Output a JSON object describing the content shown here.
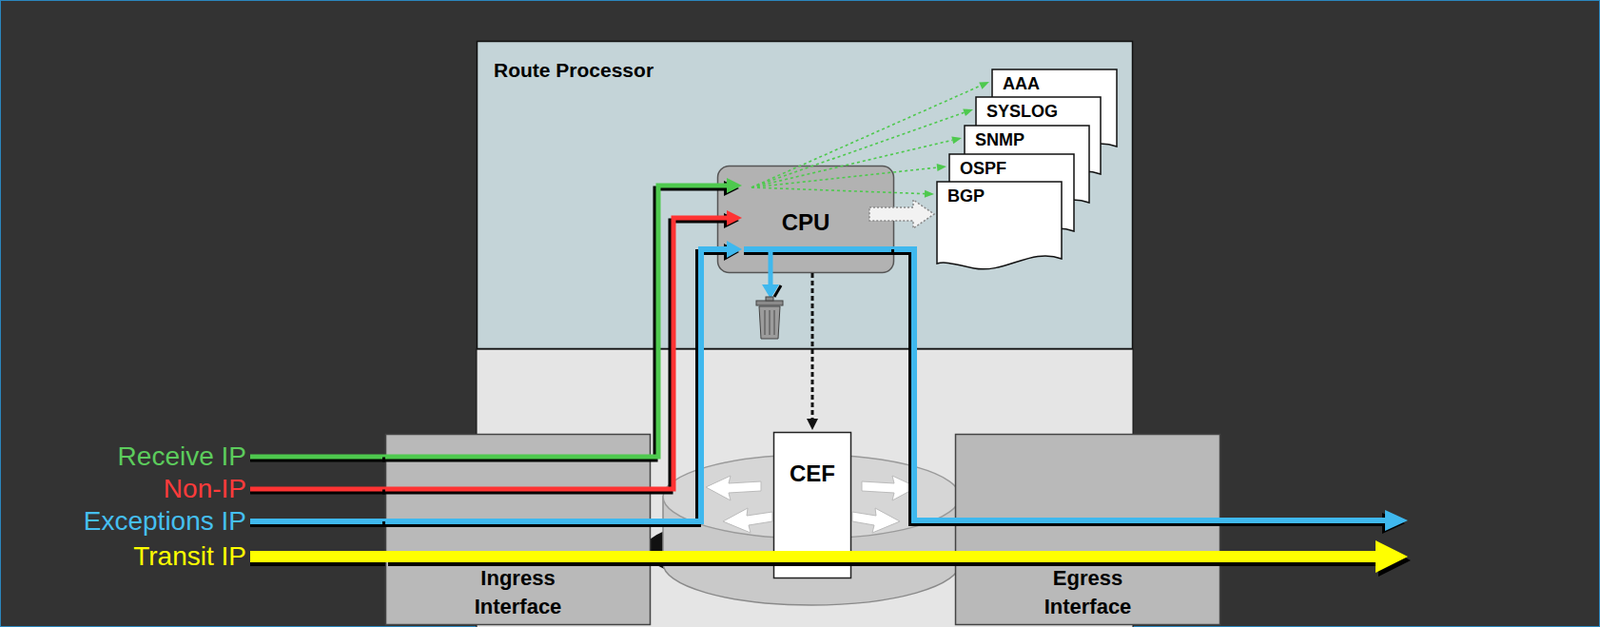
{
  "diagram": {
    "nodes": [
      {
        "text": [
          "Route Processor"
        ]
      },
      {
        "text": [
          "AAA"
        ],
        "in": 0
      },
      {
        "text": [
          "SYSLOG"
        ],
        "in": 0
      },
      {
        "text": [
          "SNMP"
        ],
        "in": 0
      },
      {
        "text": [
          "OSPF"
        ],
        "in": 0
      },
      {
        "text": [
          "BGP"
        ],
        "in": 0
      },
      {
        "text": [
          "CPU"
        ],
        "in": 0
      },
      {
        "text": [
          "CEF"
        ]
      },
      {
        "text": [
          "Ingress Interface"
        ]
      },
      {
        "text": [
          "Egress Interface"
        ]
      }
    ],
    "edges": [
      {
        "from": 8,
        "to": 6,
        "arrow": "to"
      },
      {
        "from": 8,
        "to": 6,
        "arrow": "to"
      },
      {
        "from": 8,
        "to": 6,
        "arrow": "to"
      },
      {
        "from": 6,
        "to": 9,
        "arrow": "to"
      },
      {
        "from": 8,
        "to": 9,
        "arrow": "to"
      },
      {
        "from": 6,
        "to": 7,
        "arrow": "to"
      },
      {
        "from": 6,
        "to": 1,
        "arrow": "to"
      },
      {
        "from": 6,
        "to": 2,
        "arrow": "to"
      },
      {
        "from": 6,
        "to": 3,
        "arrow": "to"
      },
      {
        "from": 6,
        "to": 4,
        "arrow": "to"
      },
      {
        "from": 6,
        "to": 5,
        "arrow": "to"
      },
      {
        "from": 6,
        "to": 5,
        "arrow": "to"
      }
    ],
    "labels": [
      "Receive IP",
      "Non-IP",
      "Exceptions IP",
      "Transit IP"
    ]
  }
}
